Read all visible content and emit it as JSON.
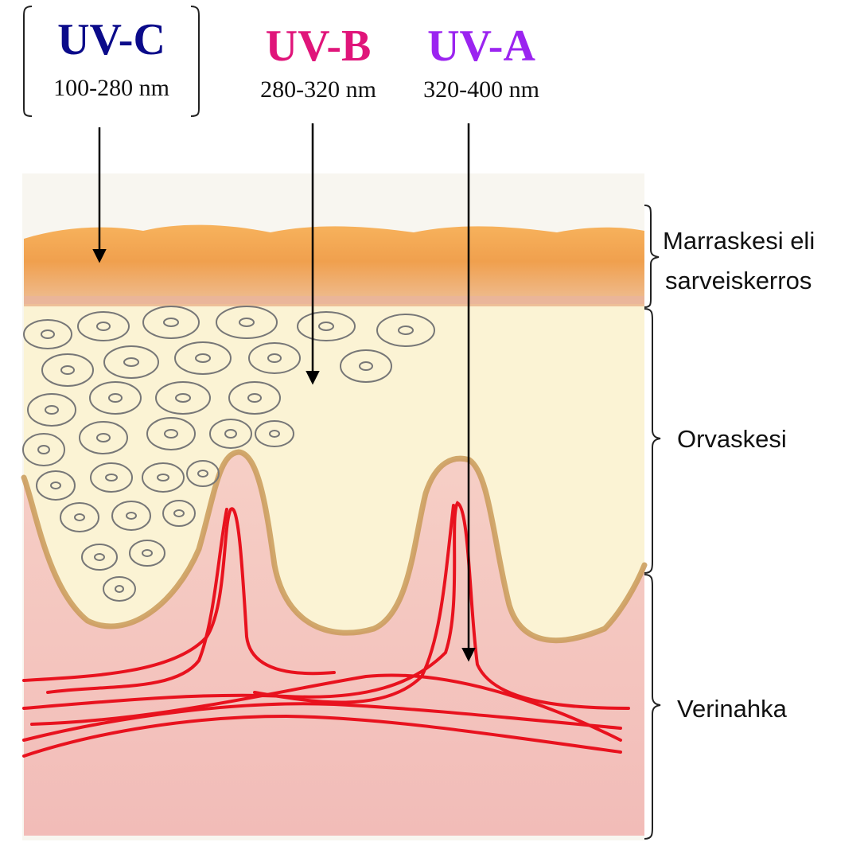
{
  "uv_bands": [
    {
      "name": "UV-C",
      "range": "100-280 nm",
      "color": "#0b0b8a"
    },
    {
      "name": "UV-B",
      "range": "280-320 nm",
      "color": "#e0157a"
    },
    {
      "name": "UV-A",
      "range": "320-400 nm",
      "color": "#9b24f0"
    }
  ],
  "layers": [
    {
      "label_line1": "Marraskesi eli",
      "label_line2": "sarveiskerros"
    },
    {
      "label_line1": "Orvaskesi"
    },
    {
      "label_line1": "Verinahka"
    }
  ],
  "colors": {
    "stratum_corneum": "#f0a24e",
    "epidermis": "#fbf4d6",
    "dermis": "#f5c6c2",
    "blood_vessel": "#e8121e",
    "basement_line": "#c99a58"
  }
}
